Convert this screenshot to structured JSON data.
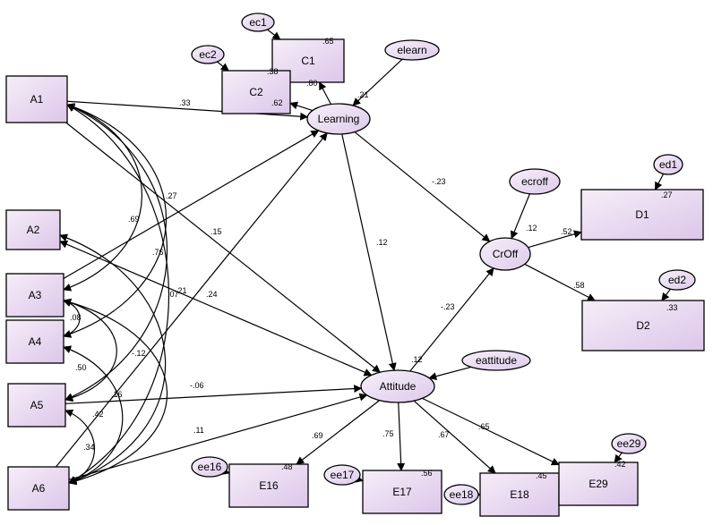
{
  "nodes": [
    {
      "id": "A1",
      "label": "A1",
      "shape": "box"
    },
    {
      "id": "A2",
      "label": "A2",
      "shape": "box"
    },
    {
      "id": "A3",
      "label": "A3",
      "shape": "box"
    },
    {
      "id": "A4",
      "label": "A4",
      "shape": "box"
    },
    {
      "id": "A5",
      "label": "A5",
      "shape": "box"
    },
    {
      "id": "A6",
      "label": "A6",
      "shape": "box"
    },
    {
      "id": "C1",
      "label": "C1",
      "shape": "box"
    },
    {
      "id": "C2",
      "label": "C2",
      "shape": "box"
    },
    {
      "id": "D1",
      "label": "D1",
      "shape": "box"
    },
    {
      "id": "D2",
      "label": "D2",
      "shape": "box"
    },
    {
      "id": "E16",
      "label": "E16",
      "shape": "box"
    },
    {
      "id": "E17",
      "label": "E17",
      "shape": "box"
    },
    {
      "id": "E18",
      "label": "E18",
      "shape": "box"
    },
    {
      "id": "E29",
      "label": "E29",
      "shape": "box"
    },
    {
      "id": "Learning",
      "label": "Learning",
      "shape": "ellipse"
    },
    {
      "id": "CrOff",
      "label": "CrOff",
      "shape": "ellipse"
    },
    {
      "id": "Attitude",
      "label": "Attitude",
      "shape": "ellipse"
    },
    {
      "id": "ec1",
      "label": "ec1",
      "shape": "ellipse"
    },
    {
      "id": "ec2",
      "label": "ec2",
      "shape": "ellipse"
    },
    {
      "id": "elearn",
      "label": "elearn",
      "shape": "ellipse"
    },
    {
      "id": "ecroff",
      "label": "ecroff",
      "shape": "ellipse"
    },
    {
      "id": "ed1",
      "label": "ed1",
      "shape": "ellipse"
    },
    {
      "id": "ed2",
      "label": "ed2",
      "shape": "ellipse"
    },
    {
      "id": "eattitude",
      "label": "eattitude",
      "shape": "ellipse"
    },
    {
      "id": "ee16",
      "label": "ee16",
      "shape": "ellipse"
    },
    {
      "id": "ee17",
      "label": "ee17",
      "shape": "ellipse"
    },
    {
      "id": "ee18",
      "label": "ee18",
      "shape": "ellipse"
    },
    {
      "id": "ee29",
      "label": "ee29",
      "shape": "ellipse"
    }
  ],
  "coefficients": [
    {
      "id": "A1-Learning",
      "text": ".33"
    },
    {
      "id": "A3-Learning",
      "text": ".27"
    },
    {
      "id": "A6-Learning",
      "text": ".24"
    },
    {
      "id": "A1-Attitude",
      "text": ".15"
    },
    {
      "id": "A2-Attitude",
      "text": ".21"
    },
    {
      "id": "A5-Attitude",
      "text": "-.06"
    },
    {
      "id": "A6-Attitude",
      "text": ".11"
    },
    {
      "id": "Learning-C1",
      "text": ".80"
    },
    {
      "id": "Learning-C2",
      "text": ".62"
    },
    {
      "id": "Learning-CrOff",
      "text": "-.23"
    },
    {
      "id": "Learning-Attitude",
      "text": ".12"
    },
    {
      "id": "Attitude-CrOff",
      "text": "-.23"
    },
    {
      "id": "CrOff-D1",
      "text": ".52"
    },
    {
      "id": "CrOff-D2",
      "text": ".58"
    },
    {
      "id": "Attitude-E16",
      "text": ".69"
    },
    {
      "id": "Attitude-E17",
      "text": ".75"
    },
    {
      "id": "Attitude-E18",
      "text": ".67"
    },
    {
      "id": "Attitude-E29",
      "text": ".65"
    },
    {
      "id": "A1-A3",
      "text": ".69"
    },
    {
      "id": "A1-A4",
      "text": ".76"
    },
    {
      "id": "A1-A5",
      "text": "-.12"
    },
    {
      "id": "A1-A6",
      "text": ".07"
    },
    {
      "id": "A3-A4",
      "text": ".08"
    },
    {
      "id": "A3-A5",
      "text": ".50"
    },
    {
      "id": "A4-A6",
      "text": ".16"
    },
    {
      "id": "A3-A6",
      "text": ".42"
    },
    {
      "id": "A5-A6",
      "text": ".34"
    },
    {
      "id": "r2-C1",
      "text": ".65"
    },
    {
      "id": "r2-C2",
      "text": ".38"
    },
    {
      "id": "r2-Learning",
      "text": ".21"
    },
    {
      "id": "r2-CrOff",
      "text": ".12"
    },
    {
      "id": "r2-D1",
      "text": ".27"
    },
    {
      "id": "r2-D2",
      "text": ".33"
    },
    {
      "id": "r2-Attitude",
      "text": ".12"
    },
    {
      "id": "r2-E16",
      "text": ".48"
    },
    {
      "id": "r2-E17",
      "text": ".56"
    },
    {
      "id": "r2-E18",
      "text": ".45"
    },
    {
      "id": "r2-E29",
      "text": ".42"
    }
  ]
}
